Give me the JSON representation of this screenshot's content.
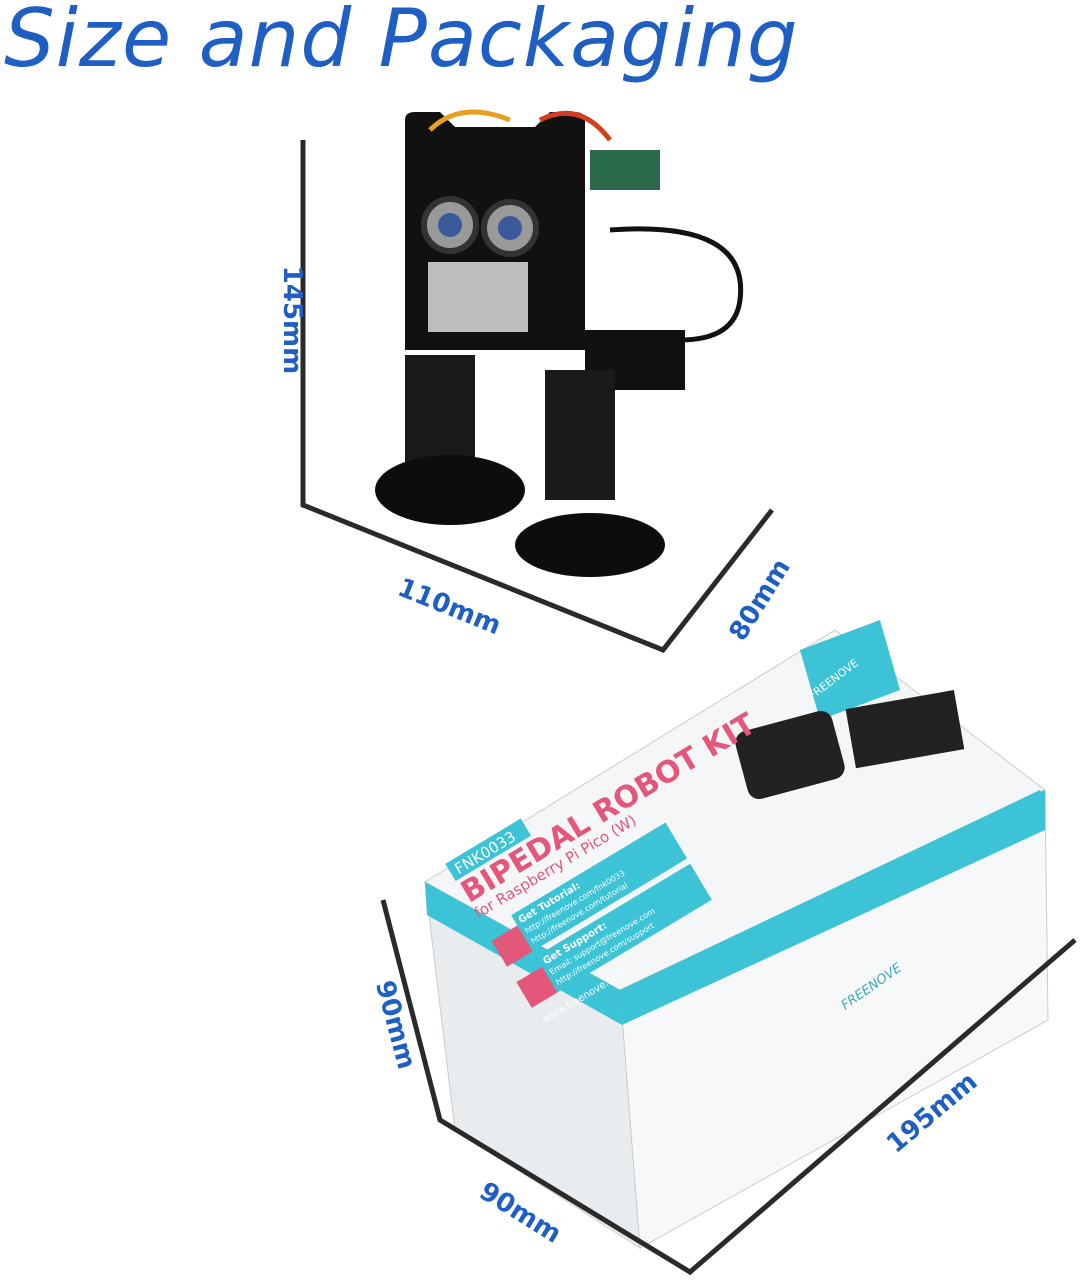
{
  "title": "Size and Packaging",
  "robot_dimensions": {
    "height": "145mm",
    "width": "110mm",
    "depth": "80mm"
  },
  "box_dimensions": {
    "height": "90mm",
    "depth": "90mm",
    "length": "195mm"
  },
  "box_label": {
    "brand": "FREENOVE",
    "model": "FNK0033",
    "product": "BIPEDAL ROBOT KIT",
    "subtitle": "for Raspberry Pi Pico (W)",
    "tutorial_heading": "Get Tutorial:",
    "tutorial_url1": "http://freenove.com/fnk0033",
    "tutorial_url2": "http://freenove.com/tutorial",
    "support_heading": "Get Support:",
    "support_email": "Email: support@freenove.com",
    "support_url": "http://freenove.com/support",
    "website": "www.freenove.com"
  },
  "colors": {
    "accent_blue": "#1f5fc4",
    "box_cyan": "#3cc3d6",
    "box_pink": "#e2577a",
    "line": "#2a2a2a"
  }
}
